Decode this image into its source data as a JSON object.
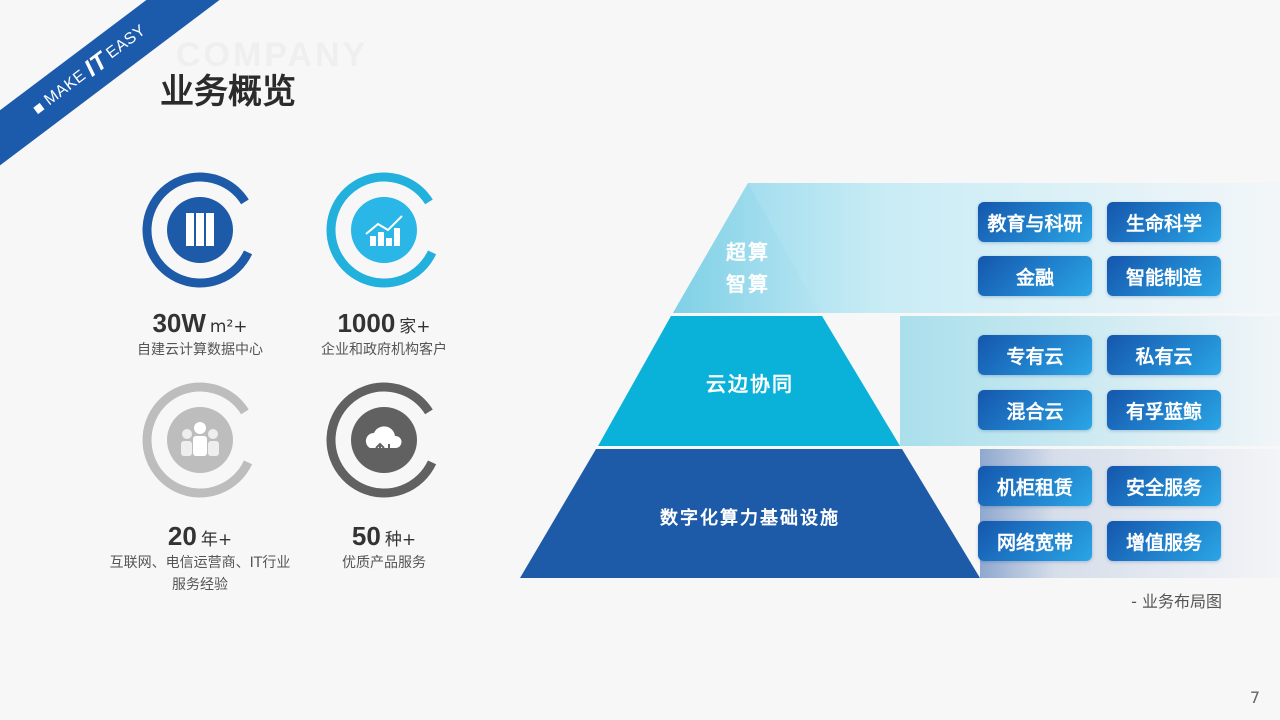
{
  "brand": {
    "prefix": "MAKE",
    "highlight": "IT",
    "suffix": "EASY"
  },
  "header": {
    "background_word": "COMPANY",
    "title": "业务概览"
  },
  "stats": [
    {
      "value": "30W",
      "unit": "m²+",
      "desc": [
        "自建云计算数据中心"
      ],
      "icon": "server-rack-icon",
      "color": "#1d5aa8"
    },
    {
      "value": "1000",
      "unit": "家+",
      "desc": [
        "企业和政府机构客户"
      ],
      "icon": "growth-chart-icon",
      "color": "#22b0dc"
    },
    {
      "value": "20",
      "unit": "年+",
      "desc": [
        "互联网、电信运营商、IT行业",
        "服务经验"
      ],
      "icon": "people-icon",
      "color": "#bdbdbd"
    },
    {
      "value": "50",
      "unit": "种+",
      "desc": [
        "优质产品服务"
      ],
      "icon": "cloud-transfer-icon",
      "color": "#616161"
    }
  ],
  "pyramid": {
    "top": {
      "labels": [
        "超算",
        "智算"
      ],
      "tags": [
        "教育与科研",
        "生命科学",
        "金融",
        "智能制造"
      ]
    },
    "middle": {
      "label": "云边协同",
      "tags": [
        "专有云",
        "私有云",
        "混合云",
        "有孚蓝鲸"
      ]
    },
    "bottom": {
      "label": "数字化算力基础设施",
      "tags": [
        "机柜租赁",
        "安全服务",
        "网络宽带",
        "增值服务"
      ]
    },
    "caption": "- 业务布局图"
  },
  "page_number": "7"
}
